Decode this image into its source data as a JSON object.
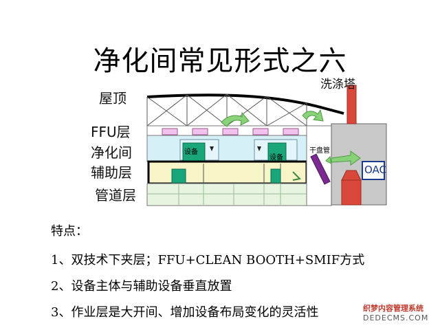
{
  "title": "净化间常见形式之六",
  "layers": {
    "roof": "屋顶",
    "ffu": "FFU层",
    "clean_room": "净化间",
    "aux": "辅助层",
    "pipe": "管道层"
  },
  "labels": {
    "washing_tower": "洗涤塔",
    "equipment_1": "设备",
    "equipment_2": "设备",
    "dry_coil": "干盘管",
    "oac": "OAC"
  },
  "features": {
    "heading": "特点：",
    "items": [
      "1、双技术下夹层；FFU+CLEAN BOOTH+SMIF方式",
      "2、设备主体与辅助设备垂直放置",
      "3、作业层是大开间、增加设备布局变化的灵活性"
    ]
  },
  "watermark": {
    "line1": "织梦内容管理系统",
    "line2": "DEDECMS.COM"
  },
  "colors": {
    "clean_room_fill": "#d6f0f7",
    "aux_fill": "#f7f4c8",
    "pipe_fill": "#e6f4e0",
    "equipment_fill": "#19a67a",
    "ffu_fill": "#f3c2ec",
    "tower_red": "#d9483b",
    "plant_gray": "#c8c8c8",
    "arrow_green": "#8ad27a",
    "dry_coil_purple": "#7b2a8f"
  }
}
